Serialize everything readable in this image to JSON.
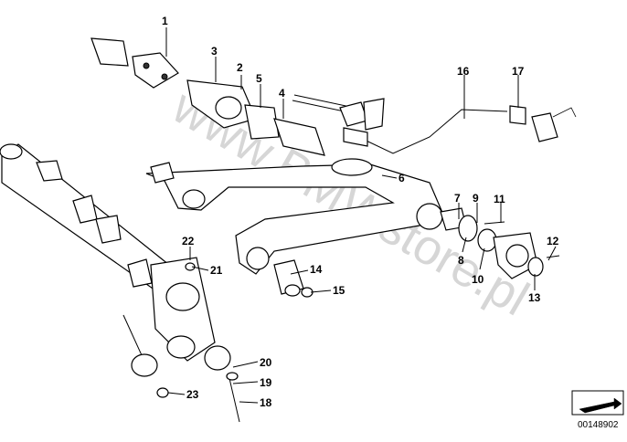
{
  "watermark": "www.BMWstore.pl",
  "diagram_code": "00148902",
  "callouts": [
    {
      "id": "1",
      "label": "1"
    },
    {
      "id": "2",
      "label": "2"
    },
    {
      "id": "3",
      "label": "3"
    },
    {
      "id": "4",
      "label": "4"
    },
    {
      "id": "5",
      "label": "5"
    },
    {
      "id": "6",
      "label": "6"
    },
    {
      "id": "7",
      "label": "7"
    },
    {
      "id": "8",
      "label": "8"
    },
    {
      "id": "9",
      "label": "9"
    },
    {
      "id": "10",
      "label": "10"
    },
    {
      "id": "11",
      "label": "11"
    },
    {
      "id": "12",
      "label": "12"
    },
    {
      "id": "13",
      "label": "13"
    },
    {
      "id": "14",
      "label": "14"
    },
    {
      "id": "15",
      "label": "15"
    },
    {
      "id": "16",
      "label": "16"
    },
    {
      "id": "17",
      "label": "17"
    },
    {
      "id": "18",
      "label": "18"
    },
    {
      "id": "19",
      "label": "19"
    },
    {
      "id": "20",
      "label": "20"
    },
    {
      "id": "21",
      "label": "21"
    },
    {
      "id": "22",
      "label": "22"
    },
    {
      "id": "23",
      "label": "23"
    }
  ],
  "icons": {
    "nav": "arrow-slope-icon"
  }
}
